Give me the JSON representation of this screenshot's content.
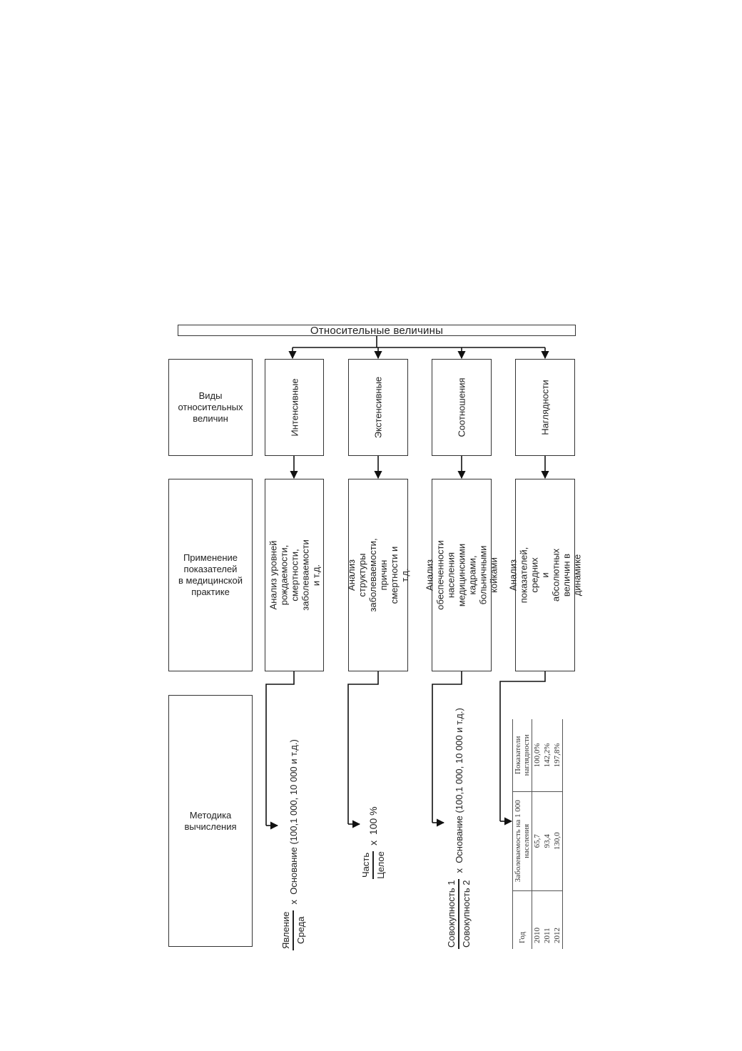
{
  "title": "Относительные величины",
  "rows": {
    "types": "Виды\nотносительных\nвеличин",
    "application": "Применение\nпоказателей\nв медицинской\nпрактике",
    "method": "Методика\nвычисления"
  },
  "columns": [
    {
      "type": "Интенсивные",
      "application": "Анализ уровней рождаемости,\nсмертности, заболеваемости и т.д."
    },
    {
      "type": "Экстенсивные",
      "application": "Анализ структуры заболеваемости,\nпричин смертности и т.д."
    },
    {
      "type": "Соотношения",
      "application": "Анализ обеспеченности населения\nмедицинскими кадрами,\nбольничными койками"
    },
    {
      "type": "Наглядности",
      "application": "Анализ показателей, средних\nи абсолютных величин в динамике"
    }
  ],
  "formulas": {
    "intensive": {
      "numerator": "Явление",
      "denominator": "Среда",
      "multiplier": "x  Основание (100,1 000, 10 000 и т.д.)"
    },
    "extensive": {
      "numerator": "Часть",
      "denominator": "Целое",
      "multiplier": "x  100 %"
    },
    "ratio": {
      "numerator": "Совокупность 1",
      "denominator": "Совокупность 2",
      "multiplier": "x  Основание (100,1 000, 10 000 и т.д.)"
    }
  },
  "visual_table": {
    "headers": [
      "Год",
      "Заболеваемость на 1 000\nнаселения",
      "Показатели\nнаглядности"
    ],
    "rows": [
      [
        "2010",
        "65,7",
        "100,0%"
      ],
      [
        "2011",
        "93,4",
        "142,2%"
      ],
      [
        "2012",
        "130,0",
        "197,8%"
      ]
    ]
  }
}
